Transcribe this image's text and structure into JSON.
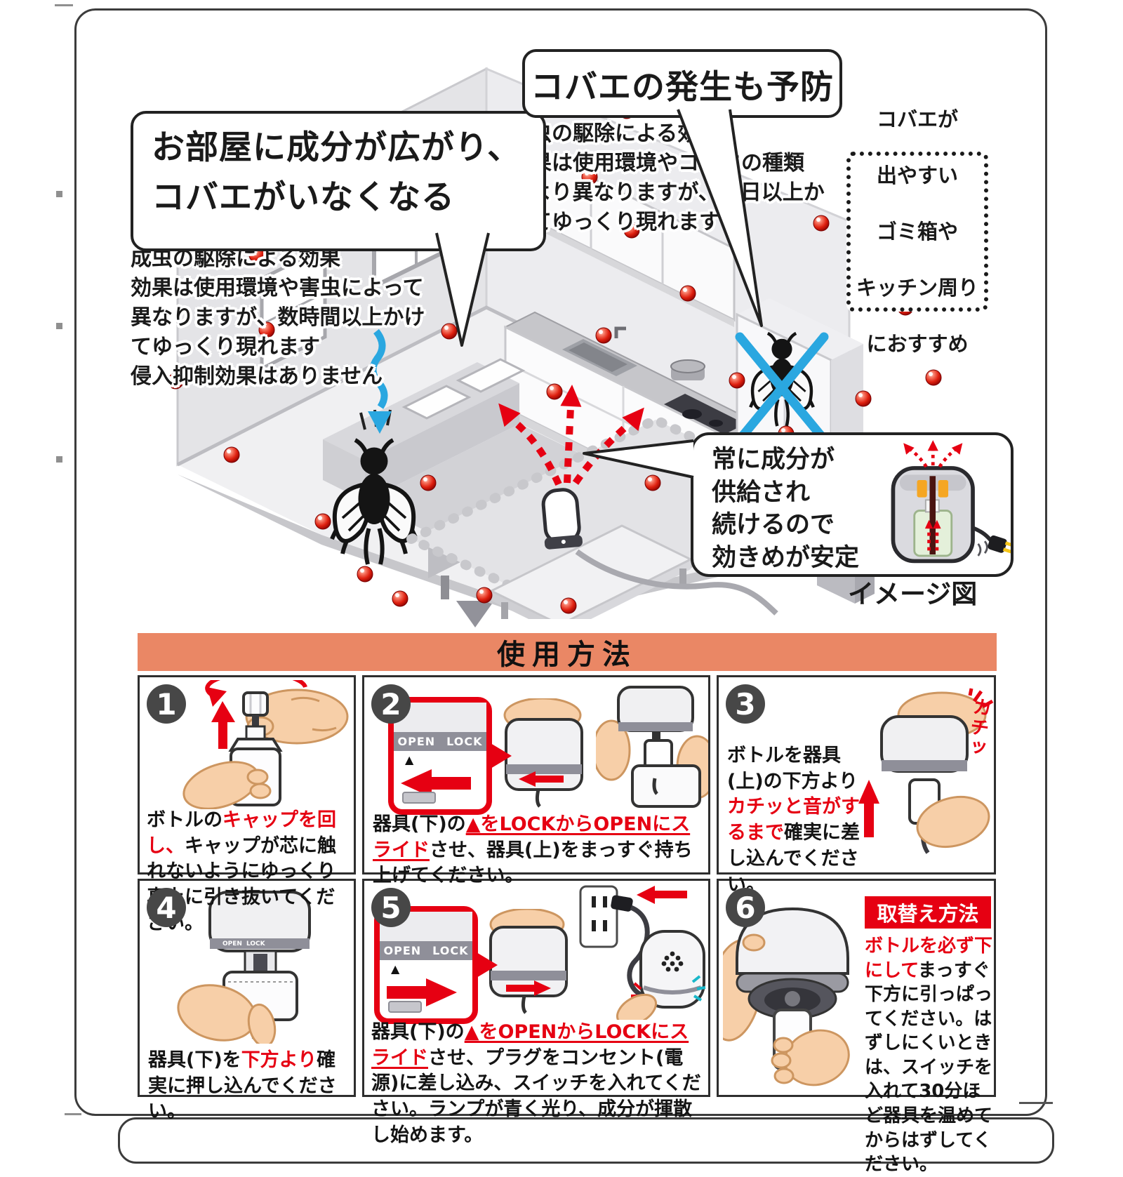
{
  "top": {
    "bubble_left": [
      "お部屋に成分が広がり、",
      "コバエがいなくなる"
    ],
    "note_left": [
      "成虫の駆除による効果",
      "効果は使用環境や害虫によって",
      "異なりますが、数時間以上かけ",
      "てゆっくり現れます",
      "侵入抑制効果はありません"
    ],
    "bubble_prevent": "コバエの発生も予防",
    "note_prevent": [
      "幼虫の駆除による効果",
      "効果は使用環境やコバエの種類",
      "により異なりますが、数日以上か",
      "けてゆっくり現れます"
    ],
    "recommend": [
      {
        "text": "コバエが",
        "bold": false
      },
      {
        "text": "出やすい",
        "bold": false
      },
      {
        "text": "ゴミ箱や",
        "bold": true
      },
      {
        "text": "キッチン周り",
        "bold": true
      },
      {
        "text": "におすすめ",
        "bold": false
      }
    ],
    "stable": [
      "常に成分が",
      "供給され",
      "続けるので",
      "効きめが安定"
    ],
    "caption": "イメージ図"
  },
  "usage": {
    "header": "使用方法",
    "device_labels": {
      "open": "OPEN",
      "lock": "LOCK",
      "pointer": "▲"
    },
    "steps": [
      {
        "no": "1",
        "segments": [
          {
            "t": "ボトルの"
          },
          {
            "t": "キャップを回し、",
            "red": true
          },
          {
            "t": "キャップが芯に触れないようにゆっくり真上に引き抜いてください。"
          }
        ]
      },
      {
        "no": "2",
        "segments": [
          {
            "t": "器具(下)の"
          },
          {
            "t": "▲をLOCKからOPENにスライド",
            "red": true,
            "u": true
          },
          {
            "t": "させ、器具(上)をまっすぐ持ち上げてください。"
          }
        ]
      },
      {
        "no": "3",
        "sound": "カチッ",
        "segments": [
          {
            "t": "ボトルを器具(上)の下方より"
          },
          {
            "t": "カチッと音がするまで",
            "red": true
          },
          {
            "t": "確実に差し込んでください。"
          }
        ]
      },
      {
        "no": "4",
        "segments": [
          {
            "t": "器具(下)を"
          },
          {
            "t": "下方より",
            "red": true
          },
          {
            "t": "確実に押し込んでください。"
          }
        ]
      },
      {
        "no": "5",
        "segments": [
          {
            "t": "器具(下)の"
          },
          {
            "t": "▲をOPENからLOCKにスライド",
            "red": true,
            "u": true
          },
          {
            "t": "させ、プラグをコンセント(電源)に差し込み、スイッチを入れてください。ランプが青く光り、成分が揮散し始めます。"
          }
        ]
      },
      {
        "no": "6",
        "replace_title": "取替え方法",
        "segments": [
          {
            "t": "ボトルを必ず下にして",
            "red": true
          },
          {
            "t": "まっすぐ下方に引っぱってください。はずしにくいときは、スイッチを入れて30分ほど器具を温めてからはずしてください。"
          }
        ]
      }
    ]
  },
  "colors": {
    "accent_red": "#E60012",
    "usage_header_bar": "#EA8765",
    "step_badge": "#474747",
    "open_lock_bar": "#8F8F99",
    "arrow_blue": "#2AA7E0",
    "sphere_red": "#DE1F0F"
  }
}
